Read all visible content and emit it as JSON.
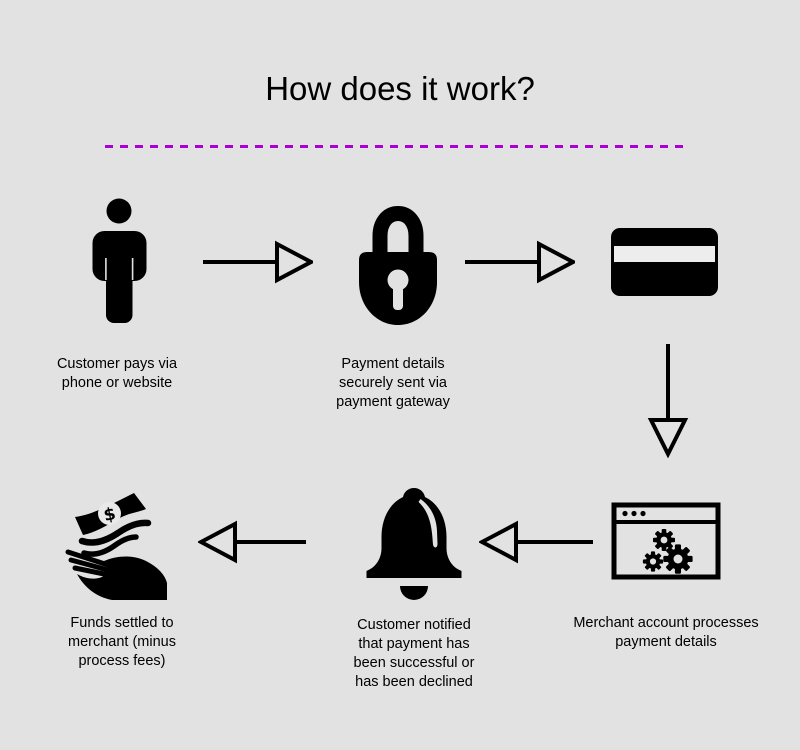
{
  "title": "How does it work?",
  "colors": {
    "background": "#e2e2e2",
    "ink": "#000000",
    "divider": "#ab00d4",
    "card_stripe": "#ededed"
  },
  "money_symbol": "$",
  "steps": [
    {
      "icon": "person-icon",
      "label_lines": [
        "Customer pays via",
        "phone or website"
      ]
    },
    {
      "icon": "padlock-icon",
      "label_lines": [
        "Payment details",
        "securely sent via",
        "payment gateway"
      ]
    },
    {
      "icon": "credit-card-icon",
      "label_lines": []
    },
    {
      "icon": "browser-gears-icon",
      "label_lines": [
        "Merchant account processes",
        "payment details"
      ]
    },
    {
      "icon": "bell-icon",
      "label_lines": [
        "Customer notified",
        "that payment has",
        "been successful or",
        "has been declined"
      ]
    },
    {
      "icon": "hand-money-icon",
      "label_lines": [
        "Funds settled to",
        "merchant (minus",
        "process fees)"
      ]
    }
  ]
}
